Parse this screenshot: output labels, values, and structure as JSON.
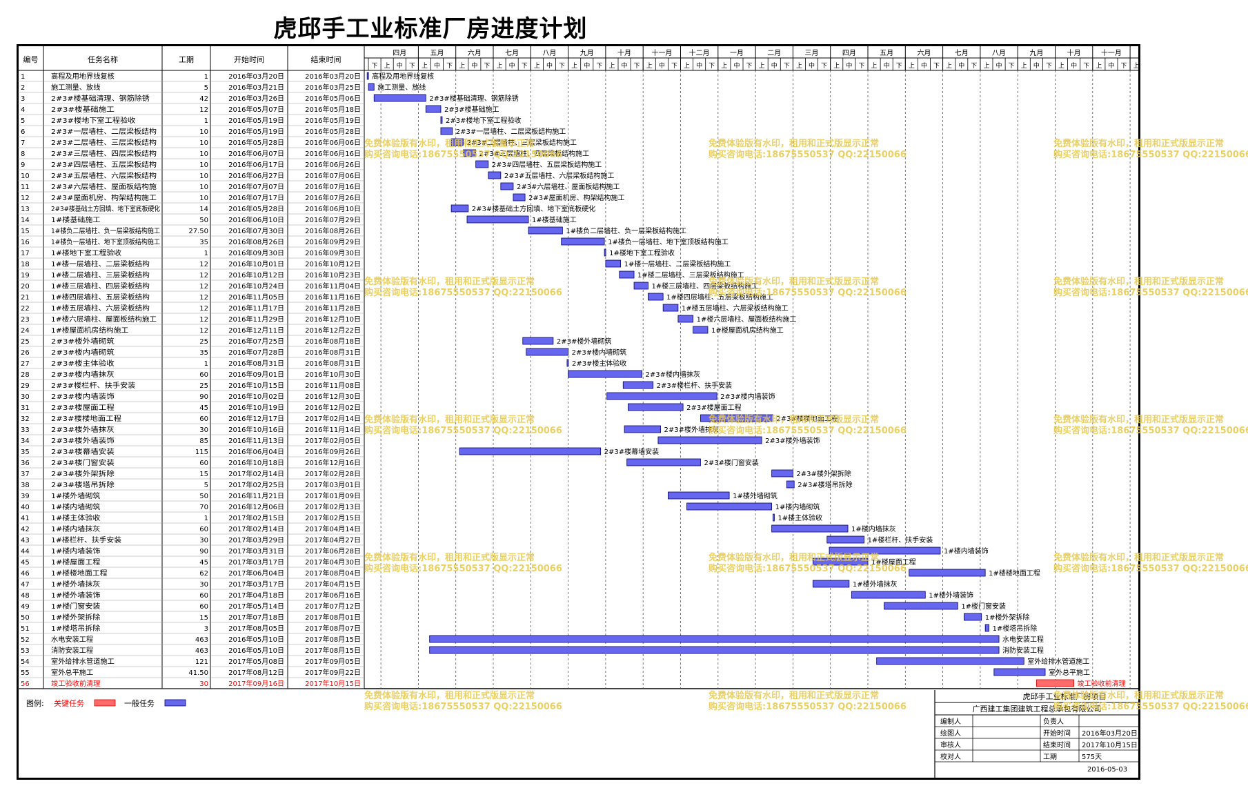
{
  "title": "虎邱手工业标准厂房进度计划",
  "headers": {
    "id": "编号",
    "name": "任务名称",
    "duration": "工期",
    "start": "开始时间",
    "end": "结束时间"
  },
  "months": [
    "四月",
    "五月",
    "六月",
    "七月",
    "八月",
    "九月",
    "十月",
    "十一月",
    "十二月",
    "一月",
    "二月",
    "三月",
    "四月",
    "五月",
    "六月",
    "七月",
    "八月",
    "九月",
    "十月",
    "十一月"
  ],
  "decades": [
    "下",
    "上",
    "中",
    "下"
  ],
  "watermark": [
    "免费体验版有水印，租用和正式版显示正常",
    "购买咨询电话:18675550537 QQ:22150066"
  ],
  "legend": {
    "label": "图例:",
    "critical": "关键任务",
    "normal": "一般任务"
  },
  "footer": {
    "project": "虎邱手工业标准厂房项目",
    "company": "广西建工集团建筑工程总承包有限公司",
    "rows": [
      [
        "编制人",
        "",
        "负责人",
        ""
      ],
      [
        "绘图人",
        "",
        "开始时间",
        "2016年03月20日"
      ],
      [
        "审核人",
        "",
        "结束时间",
        "2017年10月15日"
      ],
      [
        "校对人",
        "",
        "工期",
        "575天"
      ]
    ],
    "date": "2016-05-03"
  },
  "chart_data": {
    "type": "gantt",
    "title": "虎邱手工业标准厂房进度计划",
    "colors": {
      "normal": "#6666ee",
      "critical": "#ff6b6b",
      "critical_text": "#ff0000"
    },
    "tasks": [
      {
        "id": "1",
        "name": "高程及用地界线复核",
        "duration": "1",
        "start": "2016年03月20日",
        "end": "2016年03月20日",
        "label": "高程及用地界线复核",
        "critical": false
      },
      {
        "id": "2",
        "name": "施工测量、放线",
        "duration": "5",
        "start": "2016年03月21日",
        "end": "2016年03月25日",
        "label": "施工测量、放线",
        "critical": false
      },
      {
        "id": "3",
        "name": "2#3#楼基础清理、钢筋除锈",
        "duration": "42",
        "start": "2016年03月26日",
        "end": "2016年05月06日",
        "label": "2#3#楼基础清理、钢筋除锈",
        "critical": false
      },
      {
        "id": "4",
        "name": "2#3#楼基础施工",
        "duration": "12",
        "start": "2016年05月07日",
        "end": "2016年05月18日",
        "label": "2#3#楼基础施工",
        "critical": false
      },
      {
        "id": "5",
        "name": "2#3#楼地下室工程验收",
        "duration": "1",
        "start": "2016年05月19日",
        "end": "2016年05月19日",
        "label": "2#3#楼地下室工程验收",
        "critical": false
      },
      {
        "id": "6",
        "name": "2#3#一层墙柱、二层梁板结构",
        "duration": "10",
        "start": "2016年05月19日",
        "end": "2016年05月28日",
        "label": "2#3#一层墙柱、二层梁板结构施工",
        "critical": false
      },
      {
        "id": "7",
        "name": "2#3#二层墙柱、三层梁板结构",
        "duration": "10",
        "start": "2016年05月28日",
        "end": "2016年06月06日",
        "label": "2#3#二层墙柱、三层梁板结构施工",
        "critical": false
      },
      {
        "id": "8",
        "name": "2#3#三层墙柱、四层梁板结构",
        "duration": "10",
        "start": "2016年06月07日",
        "end": "2016年06月16日",
        "label": "2#3#三层墙柱、四层梁板结构施工",
        "critical": false
      },
      {
        "id": "9",
        "name": "2#3#四层墙柱、五层梁板结构",
        "duration": "10",
        "start": "2016年06月17日",
        "end": "2016年06月26日",
        "label": "2#3#四层墙柱、五层梁板结构施工",
        "critical": false
      },
      {
        "id": "10",
        "name": "2#3#五层墙柱、六层梁板结构",
        "duration": "10",
        "start": "2016年06月27日",
        "end": "2016年07月06日",
        "label": "2#3#五层墙柱、六层梁板结构施工",
        "critical": false
      },
      {
        "id": "11",
        "name": "2#3#六层墙柱、屋面板结构施",
        "duration": "10",
        "start": "2016年07月07日",
        "end": "2016年07月16日",
        "label": "2#3#六层墙柱、屋面板结构施工",
        "critical": false
      },
      {
        "id": "12",
        "name": "2#3#屋面机房、构架结构施工",
        "duration": "10",
        "start": "2016年07月17日",
        "end": "2016年07月26日",
        "label": "2#3#屋面机房、构架结构施工",
        "critical": false
      },
      {
        "id": "13",
        "name": "2#3#楼基础土方回填、地下室底板硬化",
        "duration": "14",
        "start": "2016年05月28日",
        "end": "2016年06月10日",
        "label": "2#3#楼基础土方回填、地下室底板硬化",
        "critical": false
      },
      {
        "id": "14",
        "name": "1#楼基础施工",
        "duration": "50",
        "start": "2016年06月10日",
        "end": "2016年07月29日",
        "label": "1#楼基础施工",
        "critical": false
      },
      {
        "id": "15",
        "name": "1#楼负二层墙柱、负一层梁板结构施工",
        "duration": "27.50",
        "start": "2016年07月30日",
        "end": "2016年08月26日",
        "label": "1#楼负二层墙柱、负一层梁板结构施工",
        "critical": false
      },
      {
        "id": "16",
        "name": "1#楼负一层墙柱、地下室顶板结构施工",
        "duration": "35",
        "start": "2016年08月26日",
        "end": "2016年09月29日",
        "label": "1#楼负一层墙柱、地下室顶板结构施工",
        "critical": false
      },
      {
        "id": "17",
        "name": "1#楼地下室工程验收",
        "duration": "1",
        "start": "2016年09月30日",
        "end": "2016年09月30日",
        "label": "1#楼地下室工程验收",
        "critical": false
      },
      {
        "id": "18",
        "name": "1#楼一层墙柱、二层梁板结构",
        "duration": "12",
        "start": "2016年10月01日",
        "end": "2016年10月12日",
        "label": "1#楼一层墙柱、二层梁板结构施工",
        "critical": false
      },
      {
        "id": "19",
        "name": "1#楼二层墙柱、三层梁板结构",
        "duration": "12",
        "start": "2016年10月12日",
        "end": "2016年10月23日",
        "label": "1#楼二层墙柱、三层梁板结构施工",
        "critical": false
      },
      {
        "id": "20",
        "name": "1#楼三层墙柱、四层梁板结构",
        "duration": "12",
        "start": "2016年10月24日",
        "end": "2016年11月04日",
        "label": "1#楼三层墙柱、四层梁板结构施工",
        "critical": false
      },
      {
        "id": "21",
        "name": "1#楼四层墙柱、五层梁板结构",
        "duration": "12",
        "start": "2016年11月05日",
        "end": "2016年11月16日",
        "label": "1#楼四层墙柱、五层梁板结构施工",
        "critical": false
      },
      {
        "id": "22",
        "name": "1#楼五层墙柱、六层梁板结构",
        "duration": "12",
        "start": "2016年11月17日",
        "end": "2016年11月28日",
        "label": "1#楼五层墙柱、六层梁板结构施工",
        "critical": false
      },
      {
        "id": "23",
        "name": "1#楼六层墙柱、屋面板结构施工",
        "duration": "12",
        "start": "2016年11月29日",
        "end": "2016年12月10日",
        "label": "1#楼六层墙柱、屋面板结构施工",
        "critical": false
      },
      {
        "id": "24",
        "name": "1#楼屋面机房结构施工",
        "duration": "12",
        "start": "2016年12月11日",
        "end": "2016年12月22日",
        "label": "1#楼屋面机房结构施工",
        "critical": false
      },
      {
        "id": "25",
        "name": "2#3#楼外墙砌筑",
        "duration": "25",
        "start": "2016年07月25日",
        "end": "2016年08月18日",
        "label": "2#3#楼外墙砌筑",
        "critical": false
      },
      {
        "id": "26",
        "name": "2#3#楼内墙砌筑",
        "duration": "35",
        "start": "2016年07月28日",
        "end": "2016年08月31日",
        "label": "2#3#楼内墙砌筑",
        "critical": false
      },
      {
        "id": "27",
        "name": "2#3#楼主体验收",
        "duration": "1",
        "start": "2016年08月31日",
        "end": "2016年08月31日",
        "label": "2#3#楼主体验收",
        "critical": false
      },
      {
        "id": "28",
        "name": "2#3#楼内墙抹灰",
        "duration": "60",
        "start": "2016年09月01日",
        "end": "2016年10月30日",
        "label": "2#3#楼内墙抹灰",
        "critical": false
      },
      {
        "id": "29",
        "name": "2#3#楼栏杆、扶手安装",
        "duration": "25",
        "start": "2016年10月15日",
        "end": "2016年11月08日",
        "label": "2#3#楼栏杆、扶手安装",
        "critical": false
      },
      {
        "id": "30",
        "name": "2#3#楼内墙装饰",
        "duration": "90",
        "start": "2016年10月02日",
        "end": "2016年12月30日",
        "label": "2#3#楼内墙装饰",
        "critical": false
      },
      {
        "id": "31",
        "name": "2#3#楼屋面工程",
        "duration": "45",
        "start": "2016年10月19日",
        "end": "2016年12月02日",
        "label": "2#3#楼屋面工程",
        "critical": false
      },
      {
        "id": "32",
        "name": "2#3#楼楼地面工程",
        "duration": "60",
        "start": "2016年12月17日",
        "end": "2017年02月14日",
        "label": "2#3#楼楼地面工程",
        "critical": false
      },
      {
        "id": "33",
        "name": "2#3#楼外墙抹灰",
        "duration": "30",
        "start": "2016年10月16日",
        "end": "2016年11月14日",
        "label": "2#3#楼外墙抹灰",
        "critical": false
      },
      {
        "id": "34",
        "name": "2#3#楼外墙装饰",
        "duration": "85",
        "start": "2016年11月13日",
        "end": "2017年02月05日",
        "label": "2#3#楼外墙装饰",
        "critical": false
      },
      {
        "id": "35",
        "name": "2#3#楼幕墙安装",
        "duration": "115",
        "start": "2016年06月04日",
        "end": "2016年09月26日",
        "label": "2#3#楼幕墙安装",
        "critical": false
      },
      {
        "id": "36",
        "name": "2#3#楼门窗安装",
        "duration": "60",
        "start": "2016年10月18日",
        "end": "2016年12月16日",
        "label": "2#3#楼门窗安装",
        "critical": false
      },
      {
        "id": "37",
        "name": "2#3#楼外架拆除",
        "duration": "15",
        "start": "2017年02月14日",
        "end": "2017年02月28日",
        "label": "2#3#楼外架拆除",
        "critical": false
      },
      {
        "id": "38",
        "name": "2#3#楼塔吊拆除",
        "duration": "5",
        "start": "2017年02月25日",
        "end": "2017年03月01日",
        "label": "2#3#楼塔吊拆除",
        "critical": false
      },
      {
        "id": "39",
        "name": "1#楼外墙砌筑",
        "duration": "50",
        "start": "2016年11月21日",
        "end": "2017年01月09日",
        "label": "1#楼外墙砌筑",
        "critical": false
      },
      {
        "id": "40",
        "name": "1#楼内墙砌筑",
        "duration": "70",
        "start": "2016年12月06日",
        "end": "2017年02月13日",
        "label": "1#楼内墙砌筑",
        "critical": false
      },
      {
        "id": "41",
        "name": "1#楼主体验收",
        "duration": "1",
        "start": "2017年02月15日",
        "end": "2017年02月15日",
        "label": "1#楼主体验收",
        "critical": false
      },
      {
        "id": "42",
        "name": "1#楼内墙抹灰",
        "duration": "60",
        "start": "2017年02月14日",
        "end": "2017年04月14日",
        "label": "1#楼内墙抹灰",
        "critical": false
      },
      {
        "id": "43",
        "name": "1#楼栏杆、扶手安装",
        "duration": "30",
        "start": "2017年03月29日",
        "end": "2017年04月27日",
        "label": "1#楼栏杆、扶手安装",
        "critical": false
      },
      {
        "id": "44",
        "name": "1#楼内墙装饰",
        "duration": "90",
        "start": "2017年03月31日",
        "end": "2017年06月28日",
        "label": "1#楼内墙装饰",
        "critical": false
      },
      {
        "id": "45",
        "name": "1#楼屋面工程",
        "duration": "45",
        "start": "2017年03月17日",
        "end": "2017年04月30日",
        "label": "1#楼屋面工程",
        "critical": false
      },
      {
        "id": "46",
        "name": "1#楼楼地面工程",
        "duration": "62",
        "start": "2017年06月04日",
        "end": "2017年08月04日",
        "label": "1#楼楼地面工程",
        "critical": false
      },
      {
        "id": "47",
        "name": "1#楼外墙抹灰",
        "duration": "30",
        "start": "2017年03月17日",
        "end": "2017年04月15日",
        "label": "1#楼外墙抹灰",
        "critical": false
      },
      {
        "id": "48",
        "name": "1#楼外墙装饰",
        "duration": "60",
        "start": "2017年04月18日",
        "end": "2017年06月16日",
        "label": "1#楼外墙装饰",
        "critical": false
      },
      {
        "id": "49",
        "name": "1#楼门窗安装",
        "duration": "60",
        "start": "2017年05月14日",
        "end": "2017年07月12日",
        "label": "1#楼门窗安装",
        "critical": false
      },
      {
        "id": "50",
        "name": "1#楼外架拆除",
        "duration": "15",
        "start": "2017年07月18日",
        "end": "2017年08月01日",
        "label": "1#楼外架拆除",
        "critical": false
      },
      {
        "id": "51",
        "name": "1#楼塔吊拆除",
        "duration": "3",
        "start": "2017年08月05日",
        "end": "2017年08月07日",
        "label": "1#楼塔吊拆除",
        "critical": false
      },
      {
        "id": "52",
        "name": "水电安装工程",
        "duration": "463",
        "start": "2016年05月10日",
        "end": "2017年08月15日",
        "label": "水电安装工程",
        "critical": false
      },
      {
        "id": "53",
        "name": "消防安装工程",
        "duration": "463",
        "start": "2016年05月10日",
        "end": "2017年08月15日",
        "label": "消防安装工程",
        "critical": false
      },
      {
        "id": "54",
        "name": "室外给排水管道施工",
        "duration": "121",
        "start": "2017年05月08日",
        "end": "2017年09月05日",
        "label": "室外给排水管道施工",
        "critical": false
      },
      {
        "id": "55",
        "name": "室外总平施工",
        "duration": "41.50",
        "start": "2017年08月12日",
        "end": "2017年09月22日",
        "label": "室外总平施工",
        "critical": false
      },
      {
        "id": "56",
        "name": "竣工验收前清理",
        "duration": "30",
        "start": "2017年09月16日",
        "end": "2017年10月15日",
        "label": "竣工验收前清理",
        "critical": true
      }
    ]
  }
}
